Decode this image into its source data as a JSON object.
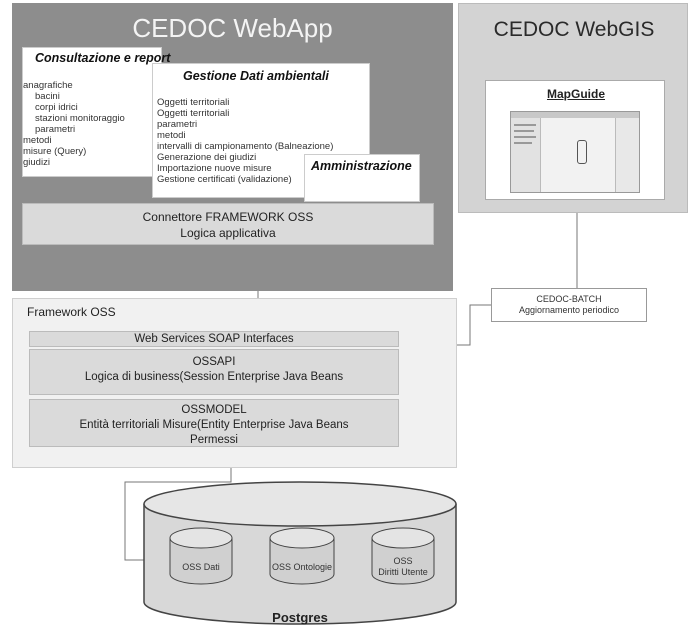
{
  "webapp": {
    "title": "CEDOC WebApp",
    "consultazione": {
      "title": "Consultazione e report",
      "items": [
        "anagrafiche",
        "bacini",
        "corpi idrici",
        "stazioni monitoraggio",
        "parametri",
        "metodi",
        "misure (Query)",
        "giudizi"
      ]
    },
    "gestione": {
      "title": "Gestione Dati ambientali",
      "items": [
        "Oggetti territoriali",
        "Oggetti territoriali",
        "parametri",
        "metodi",
        "intervalli di campionamento (Balneazione)",
        "Generazione dei giudizi",
        "Importazione nuove misure",
        "Gestione certificati (validazione)"
      ]
    },
    "amministrazione": {
      "title": "Amministrazione"
    },
    "connettore": {
      "line1": "Connettore FRAMEWORK OSS",
      "line2": "Logica applicativa"
    }
  },
  "webgis": {
    "title": "CEDOC WebGIS",
    "mapguide": "MapGuide"
  },
  "batch": {
    "line1": "CEDOC-BATCH",
    "line2": "Aggiornamento periodico"
  },
  "framework": {
    "title": "Framework OSS",
    "ws": "Web Services SOAP Interfaces",
    "ossapi": {
      "title": "OSSAPI",
      "left": "Logica di business",
      "right": "(Session Enterprise Java Beans"
    },
    "ossmodel": {
      "title": "OSSMODEL",
      "left": "Entità territoriali Misure",
      "right": "(Entity Enterprise Java Beans",
      "line3": "Permessi"
    }
  },
  "db": {
    "name": "Postgres",
    "oss_dati": "OSS Dati",
    "oss_ontologie": "OSS Ontologie",
    "oss_utente_1": "OSS",
    "oss_utente_2": "Diritti Utente"
  },
  "colors": {
    "webapp_bg": "#8d8d8d",
    "webgis_bg": "#d3d3d3",
    "framework_bg": "#f1f1f1",
    "box_bg": "#dadada"
  }
}
